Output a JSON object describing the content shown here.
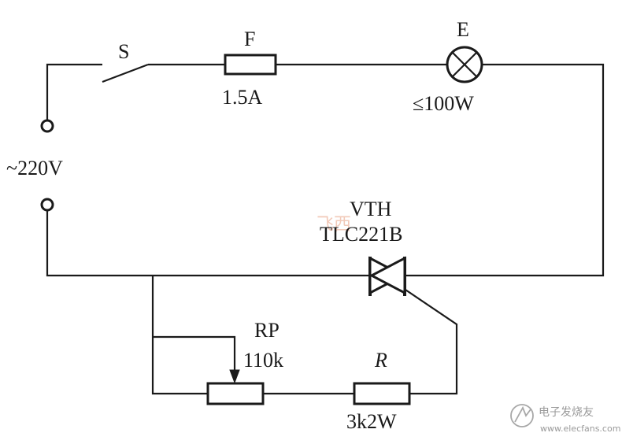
{
  "diagram": {
    "switch_label": "S",
    "fuse_label": "F",
    "fuse_rating": "1.5A",
    "lamp_label": "E",
    "lamp_rating": "≤100W",
    "supply_label": "~220V",
    "triac_label": "VTH",
    "triac_part": "TLC221B",
    "pot_label": "RP",
    "pot_value": "110k",
    "resistor_label": "R",
    "resistor_value": "3k2W"
  },
  "watermark": {
    "text": "电子发烧友",
    "url": "www.elecfans.com"
  },
  "ghost_text": "飞西"
}
